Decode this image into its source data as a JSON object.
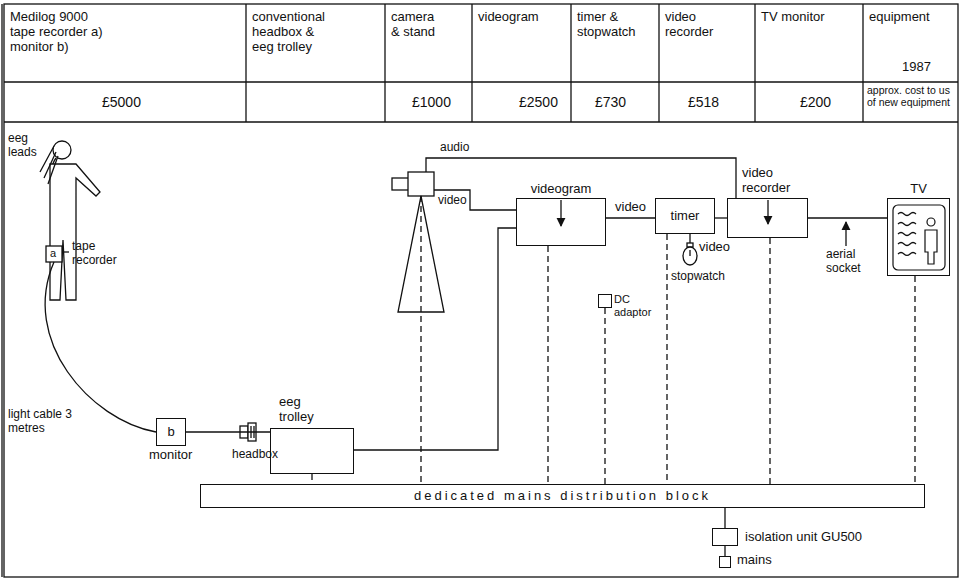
{
  "diagram": {
    "nodes": [
      {
        "text": [
          "b",
          "monitor"
        ]
      },
      {
        "text": [
          "eeg trolley"
        ]
      },
      {
        "text": [
          "videogram"
        ]
      },
      {
        "text": [
          "timer"
        ]
      },
      {
        "text": [
          "video recorder"
        ]
      },
      {
        "text": [
          "TV"
        ]
      },
      {
        "text": [
          "DC adaptor"
        ]
      },
      {
        "text": [
          "dedicated mains distribution block"
        ]
      },
      {
        "text": [
          "isolation unit GU500"
        ]
      },
      {
        "text": [
          "mains"
        ]
      }
    ],
    "edges": [
      {
        "from": 0,
        "to": 1,
        "arrow": "none"
      },
      {
        "from": 1,
        "to": 2,
        "arrow": "none"
      },
      {
        "from": 2,
        "to": 3,
        "label": "video",
        "arrow": "none"
      },
      {
        "from": 3,
        "to": 4,
        "label": "video",
        "arrow": "none"
      },
      {
        "from": 4,
        "to": 5,
        "arrow": "none"
      },
      {
        "from": 1,
        "to": 7,
        "arrow": "none"
      },
      {
        "from": 2,
        "to": 7,
        "arrow": "none"
      },
      {
        "from": 3,
        "to": 7,
        "arrow": "none"
      },
      {
        "from": 6,
        "to": 7,
        "arrow": "none"
      },
      {
        "from": 4,
        "to": 7,
        "arrow": "none"
      },
      {
        "from": 5,
        "to": 7,
        "arrow": "none"
      },
      {
        "from": 7,
        "to": 8,
        "arrow": "none"
      },
      {
        "from": 8,
        "to": 9,
        "arrow": "none"
      }
    ],
    "labels": [
      "Medilog 9000 tape recorder a) monitor b)",
      "conventional headbox & eeg trolley",
      "camera & stand",
      "videogram",
      "timer & stopwatch",
      "video recorder",
      "TV monitor",
      "equipment",
      "1987",
      "£5000",
      "£1000",
      "£2500",
      "£730",
      "£518",
      "£200",
      "approx. cost to us of new equipment",
      "eeg leads",
      "a",
      "tape recorder",
      "light cable 3 metres",
      "headbox",
      "audio",
      "video",
      "stopwatch",
      "aerial socket"
    ]
  }
}
